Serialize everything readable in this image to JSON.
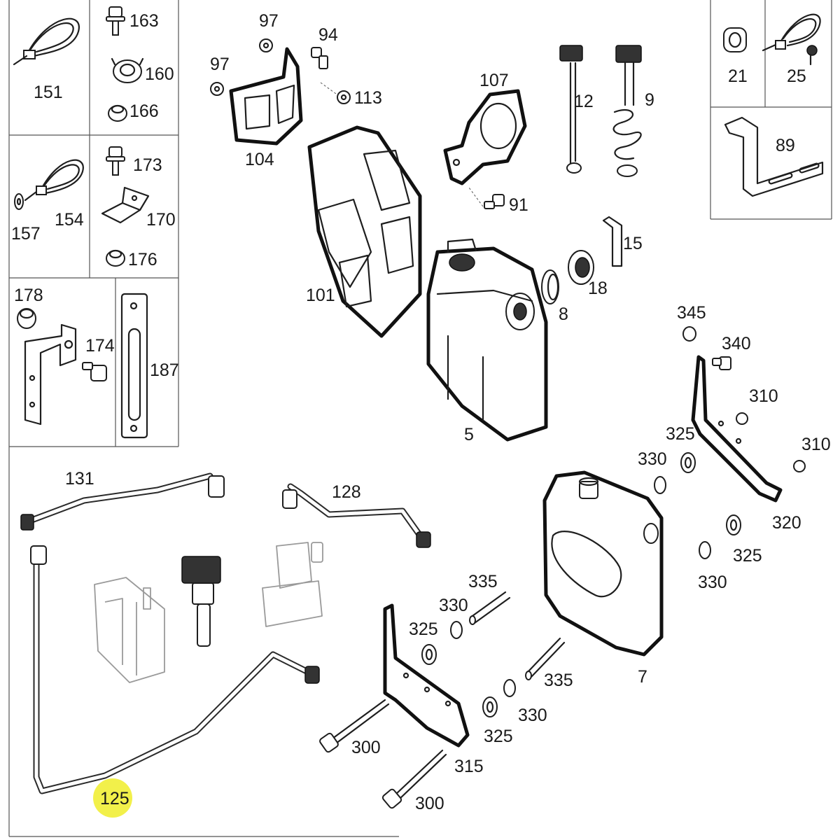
{
  "diagram": {
    "highlight_color": "#f2f04a",
    "callouts": {
      "c151": "151",
      "c163": "163",
      "c160": "160",
      "c166": "166",
      "c157": "157",
      "c154": "154",
      "c173": "173",
      "c170": "170",
      "c176": "176",
      "c178": "178",
      "c174": "174",
      "c187": "187",
      "c97a": "97",
      "c97b": "97",
      "c94": "94",
      "c113": "113",
      "c104": "104",
      "c101": "101",
      "c107": "107",
      "c91": "91",
      "c12": "12",
      "c9": "9",
      "c15": "15",
      "c18": "18",
      "c8": "8",
      "c5": "5",
      "c21": "21",
      "c25": "25",
      "c89": "89",
      "c345": "345",
      "c340": "340",
      "c310a": "310",
      "c310b": "310",
      "c325a": "325",
      "c330a": "330",
      "c320": "320",
      "c325b": "325",
      "c330b": "330",
      "c131": "131",
      "c128": "128",
      "c125": "125",
      "c335a": "335",
      "c330c": "330",
      "c325c": "325",
      "c335b": "335",
      "c330d": "330",
      "c325d": "325",
      "c7": "7",
      "c300a": "300",
      "c315": "315",
      "c300b": "300"
    }
  }
}
